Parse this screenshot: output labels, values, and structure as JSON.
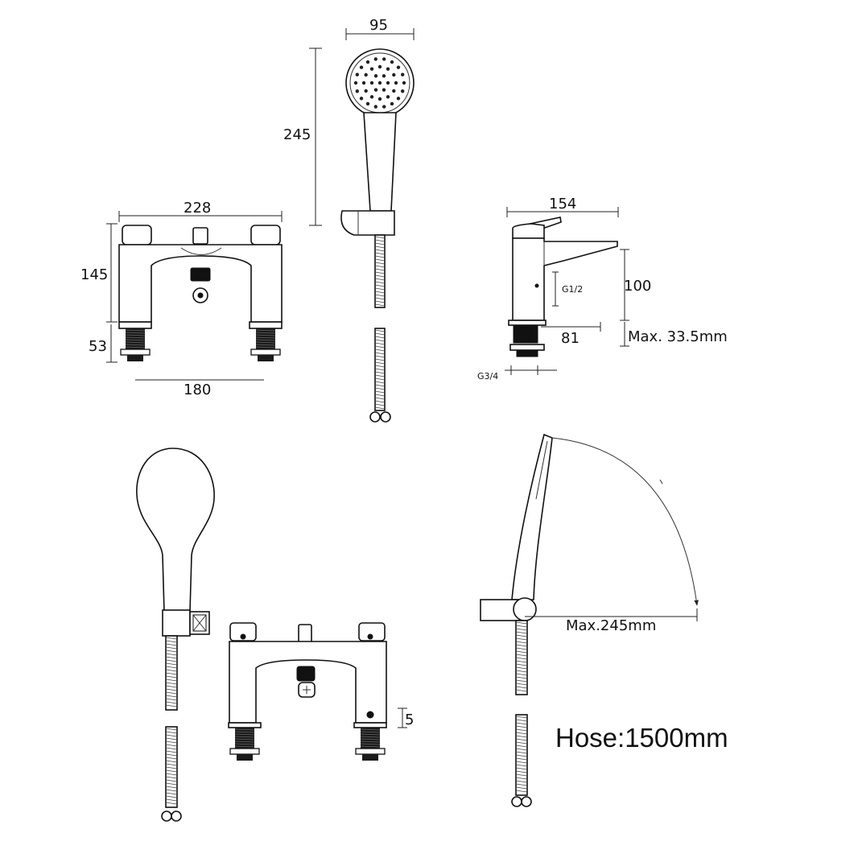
{
  "dimensions": {
    "hand_width": "95",
    "hand_length": "245",
    "mixer_width": "228",
    "mixer_height": "145",
    "tail_length": "53",
    "tail_centres": "180",
    "spout_reach": "154",
    "spout_height": "100",
    "inlet_thread": "G1/2",
    "base_depth": "81",
    "deck_thickness": "Max. 33.5mm",
    "tail_thread": "G3/4",
    "hand_reach": "Max.245mm",
    "small_dim": "5"
  },
  "hose_note": "Hose:1500mm"
}
